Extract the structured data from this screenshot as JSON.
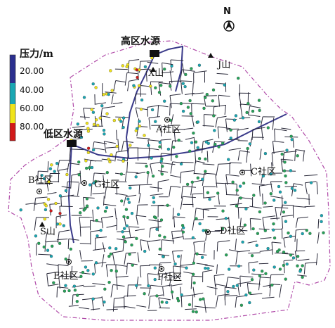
{
  "legend": {
    "title": "压力/m",
    "values": [
      "20.00",
      "40.00",
      "60.00",
      "80.00"
    ],
    "colors": [
      "#2b2f8f",
      "#1aa7b3",
      "#f0e31a",
      "#d11a1a"
    ]
  },
  "sources": {
    "high": "高区水源",
    "low": "低区水源"
  },
  "mountains": {
    "x": "X山",
    "j": "J山",
    "s": "S山"
  },
  "communities": {
    "a": "A社区",
    "b": "B社区",
    "c": "C社区",
    "d": "D社区",
    "e": "E社区",
    "f": "F社区",
    "g": "G社区"
  },
  "north": "N",
  "colors": {
    "pipe": "#2a2a3a",
    "boundary": "#b04aa8",
    "node_green": "#27a35a",
    "node_cyan": "#1aa7b3",
    "node_yellow": "#f0e31a",
    "node_red": "#d11a1a",
    "pipe_high": "#3a3a8a"
  }
}
